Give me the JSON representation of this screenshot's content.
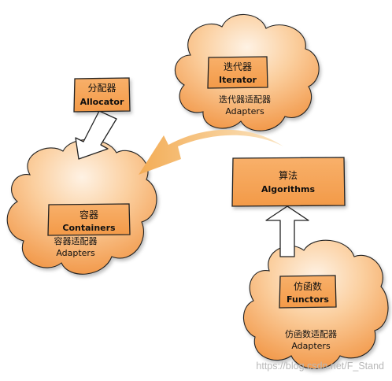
{
  "colors": {
    "fill_light": "#fde7cf",
    "fill_dark": "#f4a158",
    "box_fill": "#f6a253",
    "stroke": "#222222",
    "curved_arrow_light": "#fbe0b4",
    "curved_arrow_dark": "#f5b561",
    "watermark": "#b8b8b8"
  },
  "nodes": {
    "allocator": {
      "zh": "分配器",
      "en": "Allocator"
    },
    "iterator": {
      "zh": "迭代器",
      "en": "Iterator",
      "adapter_zh": "迭代器适配器",
      "adapter_en": "Adapters"
    },
    "containers": {
      "zh": "容器",
      "en": "Containers",
      "adapter_zh": "容器适配器",
      "adapter_en": "Adapters"
    },
    "algorithms": {
      "zh": "算法",
      "en": "Algorithms"
    },
    "functors": {
      "zh": "仿函数",
      "en": "Functors",
      "adapter_zh": "仿函数适配器",
      "adapter_en": "Adapters"
    }
  },
  "watermark": "https://blog.csdn.net/F_Stand"
}
